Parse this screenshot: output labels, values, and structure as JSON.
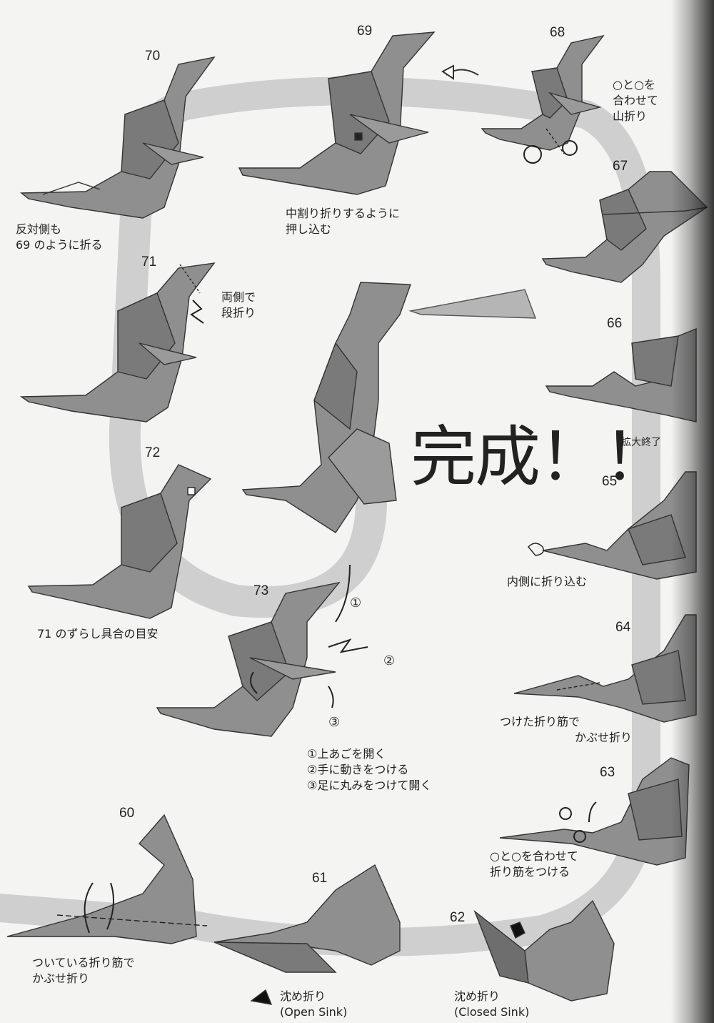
{
  "steps": [
    {
      "num": "70",
      "caption": [
        "反対側も",
        "69 のように折る"
      ]
    },
    {
      "num": "69",
      "caption": [
        "中割り折りするように",
        "押し込む"
      ]
    },
    {
      "num": "68",
      "caption": [
        "○と○を",
        "合わせて",
        "山折り"
      ]
    },
    {
      "num": "67",
      "caption": []
    },
    {
      "num": "66",
      "caption": [
        "拡大終了"
      ]
    },
    {
      "num": "65",
      "caption": [
        "内側に折り込む"
      ]
    },
    {
      "num": "64",
      "caption": [
        "つけた折り筋で",
        "かぶせ折り"
      ]
    },
    {
      "num": "63",
      "caption": [
        "○と○を合わせて",
        "折り筋をつける"
      ]
    },
    {
      "num": "62",
      "caption": [
        "沈め折り",
        "(Closed Sink)"
      ]
    },
    {
      "num": "61",
      "caption": [
        "沈め折り",
        "(Open Sink)"
      ]
    },
    {
      "num": "60",
      "caption": [
        "ついている折り筋で",
        "かぶせ折り"
      ]
    },
    {
      "num": "71",
      "caption": [
        "両側で",
        "段折り"
      ]
    },
    {
      "num": "72",
      "caption": [
        "71 のずらし具合の目安"
      ]
    },
    {
      "num": "73",
      "caption": [
        "①上あごを開く",
        "②手に動きをつける",
        "③足に丸みをつけて開く"
      ]
    }
  ],
  "step73_markers": [
    "①",
    "②",
    "③"
  ],
  "final_title": "完成！！",
  "colors": {
    "paper": "#8f8f8f",
    "paper_dark": "#6e6e6e",
    "path_band": "#cfcfcf",
    "background": "#f4f4f2"
  }
}
